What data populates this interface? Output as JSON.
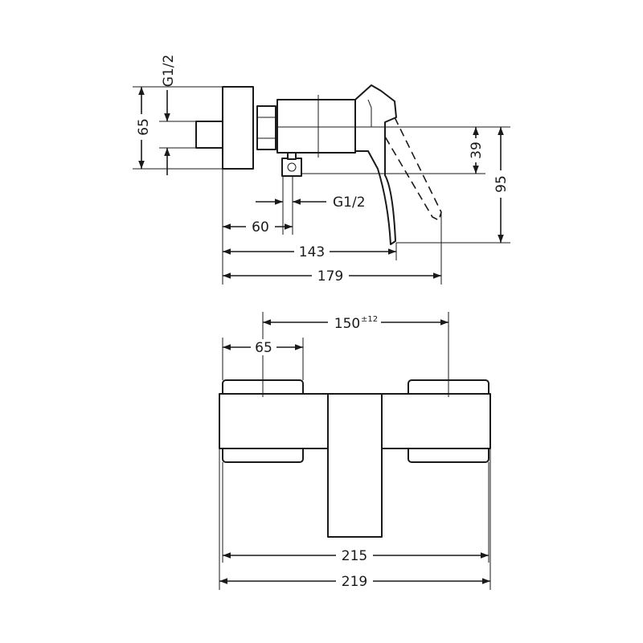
{
  "side_view": {
    "thread_top": "G1/2",
    "dim_left_vertical": "65",
    "dim_39": "39",
    "dim_95": "95",
    "thread_bottom": "G1/2",
    "dim_60": "60",
    "dim_143": "143",
    "dim_179": "179"
  },
  "front_view": {
    "dim_150": "150",
    "dim_150_tolerance": "±12",
    "dim_65": "65",
    "dim_215": "215",
    "dim_219": "219"
  },
  "colors": {
    "line": "#1a1a1a",
    "background": "#ffffff"
  }
}
